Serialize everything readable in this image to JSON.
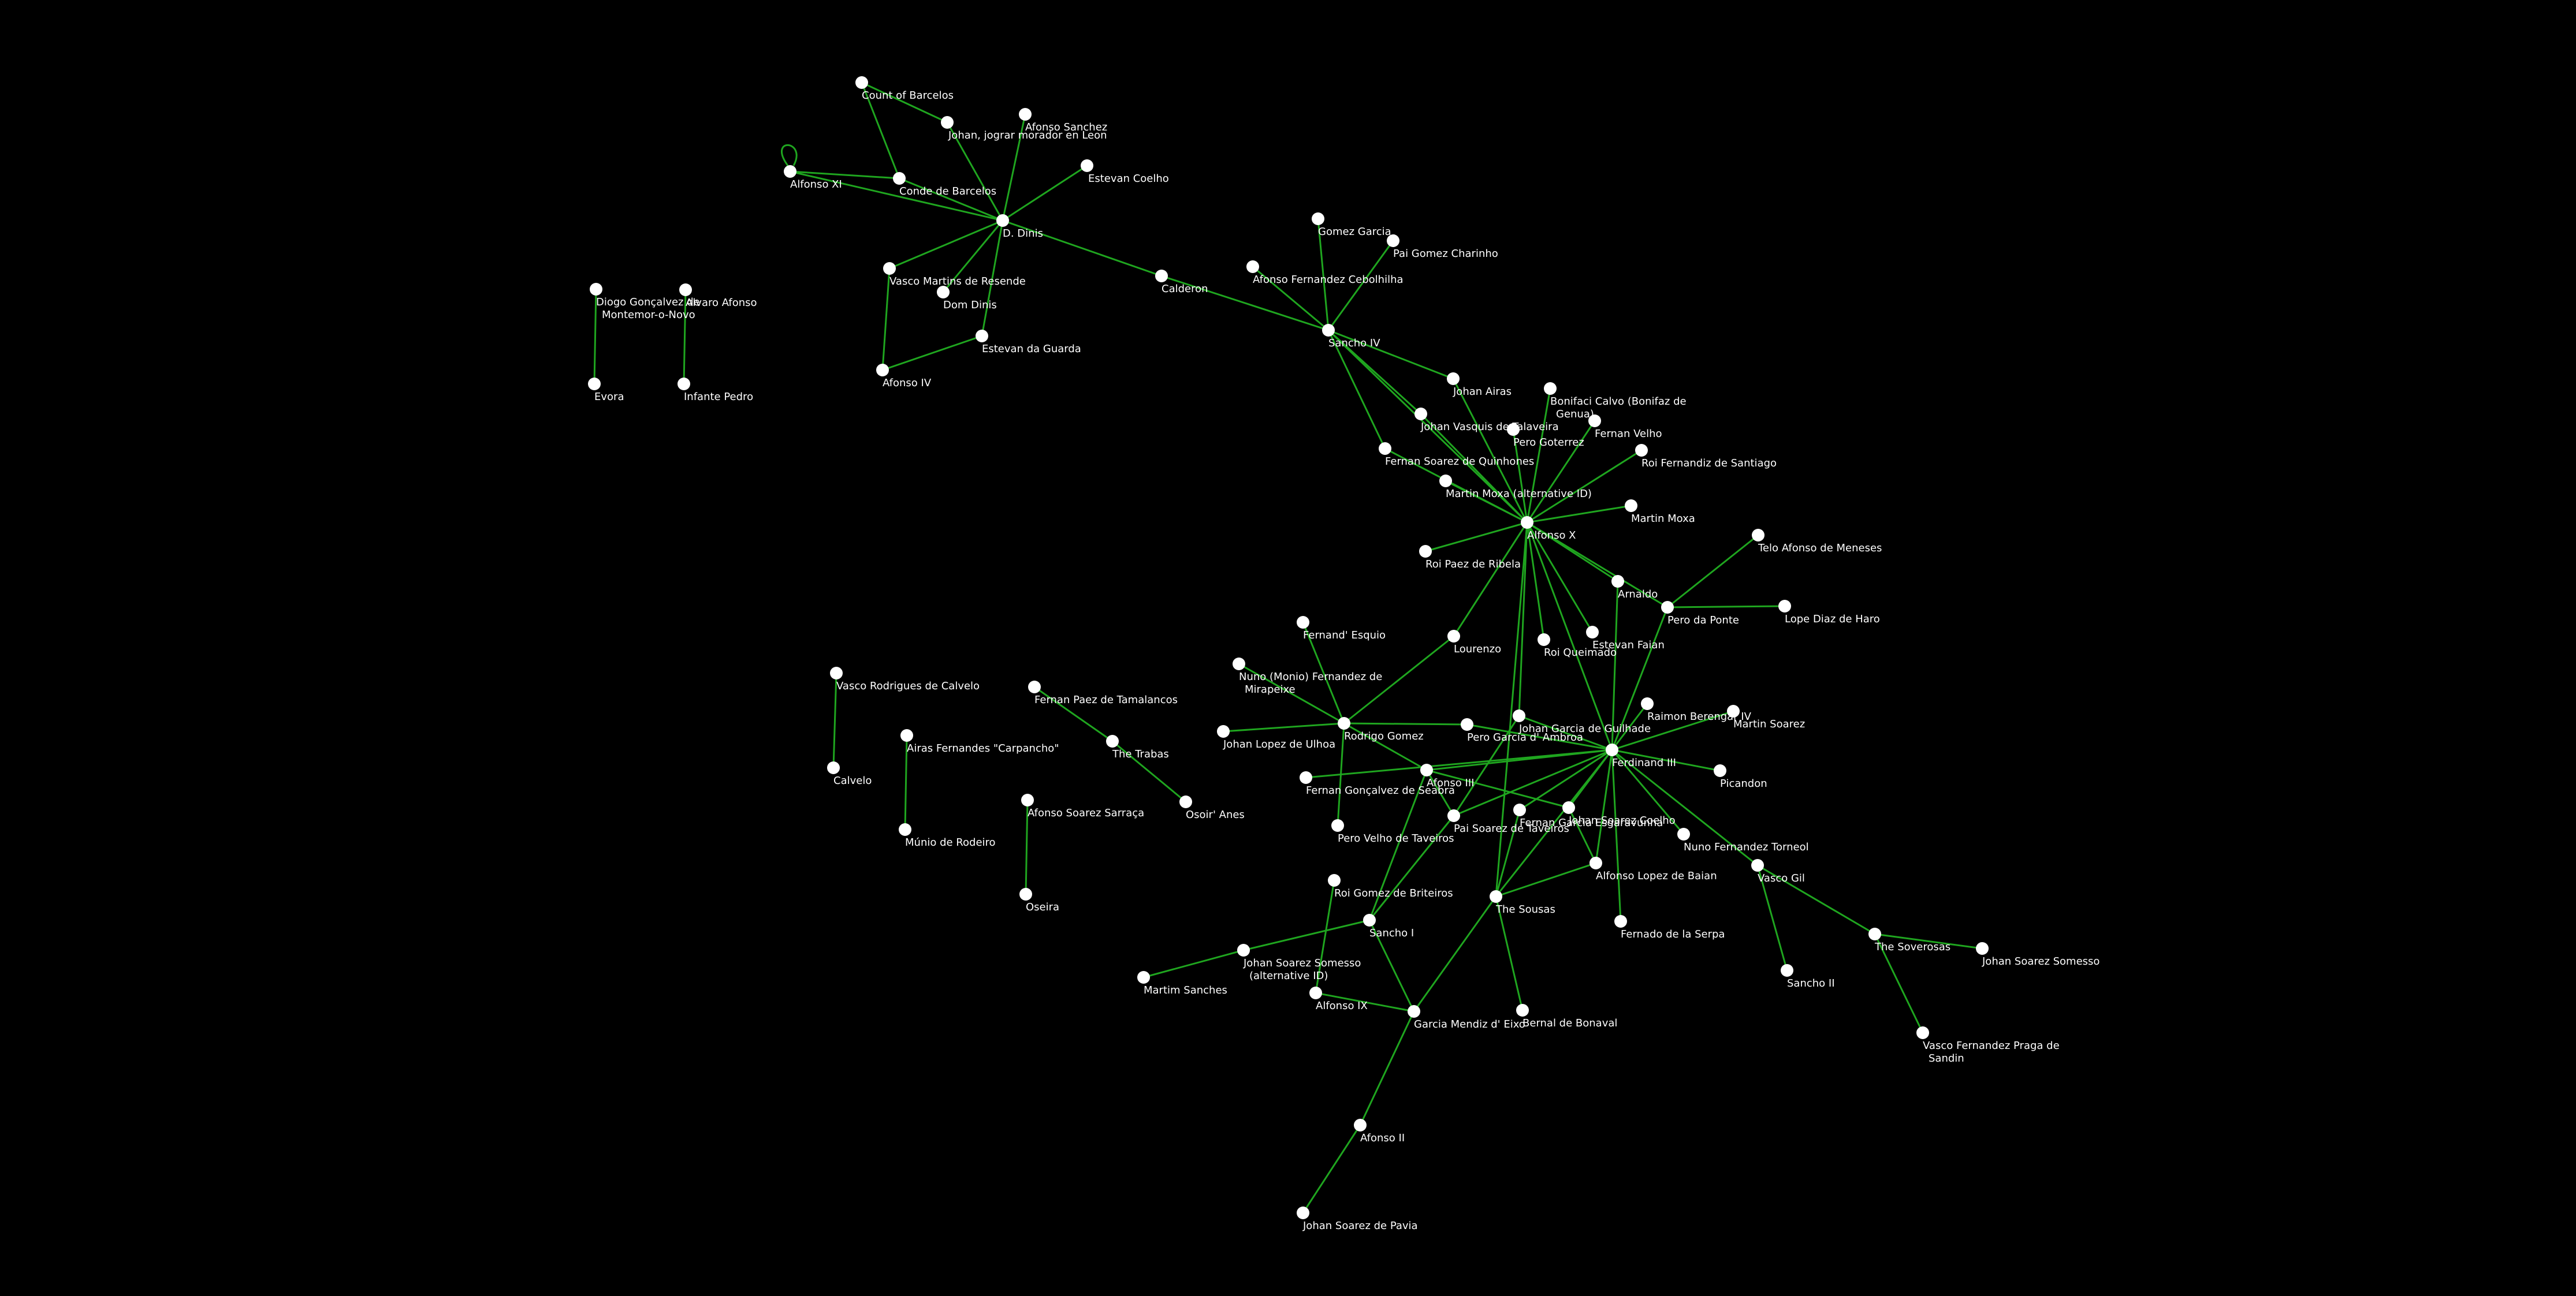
{
  "graph": {
    "colors": {
      "background": "#000000",
      "edge": "#1fa51f",
      "node": "#ffffff",
      "label": "#ffffff"
    },
    "nodes": [
      {
        "id": "count_barcelos",
        "label": "Count of Barcelos"
      },
      {
        "id": "johan_jograr",
        "label": "Johan, jograr morador en Leon"
      },
      {
        "id": "afonso_sanchez",
        "label": "Afonso Sanchez"
      },
      {
        "id": "alfonso_xi",
        "label": "Alfonso XI"
      },
      {
        "id": "conde_barcelos",
        "label": "Conde de Barcelos"
      },
      {
        "id": "estevan_coelho",
        "label": "Estevan Coelho"
      },
      {
        "id": "d_dinis",
        "label": "D. Dinis"
      },
      {
        "id": "vasco_martins",
        "label": "Vasco Martins de Resende"
      },
      {
        "id": "dom_dinis",
        "label": "Dom Dinis"
      },
      {
        "id": "estevan_guarda",
        "label": "Estevan da Guarda"
      },
      {
        "id": "afonso_iv",
        "label": "Afonso IV"
      },
      {
        "id": "diogo",
        "label": "Diogo Gonçalvez de Montemor-o-Novo"
      },
      {
        "id": "alvaro",
        "label": "Alvaro Afonso"
      },
      {
        "id": "evora",
        "label": "Evora"
      },
      {
        "id": "infante_pedro",
        "label": "Infante Pedro"
      },
      {
        "id": "calderon",
        "label": "Calderon"
      },
      {
        "id": "gomez_garcia",
        "label": "Gomez Garcia"
      },
      {
        "id": "pai_gomez",
        "label": "Pai Gomez Charinho"
      },
      {
        "id": "afonso_cebolhilha",
        "label": "Afonso Fernandez Cebolhilha"
      },
      {
        "id": "sancho_iv",
        "label": "Sancho IV"
      },
      {
        "id": "johan_airas",
        "label": "Johan Airas"
      },
      {
        "id": "bonifaci",
        "label": "Bonifaci Calvo (Bonifaz de Genua)"
      },
      {
        "id": "johan_vasquis",
        "label": "Johan Vasquis de Talaveira"
      },
      {
        "id": "pero_goterrez",
        "label": "Pero Goterrez"
      },
      {
        "id": "fernan_velho",
        "label": "Fernan Velho"
      },
      {
        "id": "roi_fernandiz",
        "label": "Roi Fernandiz de Santiago"
      },
      {
        "id": "fernan_quinhones",
        "label": "Fernan Soarez de Quinhones"
      },
      {
        "id": "martin_moxa_alt",
        "label": "Martin Moxa (alternative ID)"
      },
      {
        "id": "martin_moxa",
        "label": "Martin Moxa"
      },
      {
        "id": "alfonso_x",
        "label": "Alfonso X"
      },
      {
        "id": "roi_paez",
        "label": "Roi Paez de Ribela"
      },
      {
        "id": "telo_afonso",
        "label": "Telo Afonso de Meneses"
      },
      {
        "id": "arnaldo",
        "label": "Arnaldo"
      },
      {
        "id": "pero_ponte",
        "label": "Pero da Ponte"
      },
      {
        "id": "lope_diaz",
        "label": "Lope Diaz de Haro"
      },
      {
        "id": "fernand_esquio",
        "label": "Fernand' Esquio"
      },
      {
        "id": "lourenzo",
        "label": "Lourenzo"
      },
      {
        "id": "roi_queimado",
        "label": "Roi Queimado"
      },
      {
        "id": "estevan_faian",
        "label": "Estevan Faian"
      },
      {
        "id": "nuno_mirapeixe",
        "label": "Nuno (Monio) Fernandez de Mirapeixe"
      },
      {
        "id": "raimon",
        "label": "Raimon Berengar IV"
      },
      {
        "id": "martin_soarez",
        "label": "Martin Soarez"
      },
      {
        "id": "vasco_calvelo",
        "label": "Vasco Rodrigues de Calvelo"
      },
      {
        "id": "fernan_tamalancos",
        "label": "Fernan Paez de Tamalancos"
      },
      {
        "id": "johan_ulhoa",
        "label": "Johan Lopez de Ulhoa"
      },
      {
        "id": "rodrigo_gomez",
        "label": "Rodrigo Gomez"
      },
      {
        "id": "pero_garcia",
        "label": "Pero Garcia d' Ambroa"
      },
      {
        "id": "johan_guilhade",
        "label": "Johan Garcia de Guilhade"
      },
      {
        "id": "ferdinand_iii",
        "label": "Ferdinand III"
      },
      {
        "id": "picandon",
        "label": "Picandon"
      },
      {
        "id": "airas_carpancho",
        "label": "Airas Fernandes \"Carpancho\""
      },
      {
        "id": "the_trabas",
        "label": "The Trabas"
      },
      {
        "id": "calvelo",
        "label": "Calvelo"
      },
      {
        "id": "afonso_iii",
        "label": "Afonso III"
      },
      {
        "id": "fernan_seabra",
        "label": "Fernan Gonçalvez de Seabra"
      },
      {
        "id": "osoir_anes",
        "label": "Osoir' Anes"
      },
      {
        "id": "afonso_sarraca",
        "label": "Afonso Soarez Sarraça"
      },
      {
        "id": "pai_taveiros",
        "label": "Pai Soarez de Taveiros"
      },
      {
        "id": "fernan_garcia",
        "label": "Fernan Garcia Esgaravunha"
      },
      {
        "id": "johan_coelho",
        "label": "Johan Soarez Coelho"
      },
      {
        "id": "nuno_torneol",
        "label": "Nuno Fernandez Torneol"
      },
      {
        "id": "munio_rodeiro",
        "label": "Múnio de Rodeiro"
      },
      {
        "id": "pero_velho",
        "label": "Pero Velho de Taveiros"
      },
      {
        "id": "alfonso_baian",
        "label": "Alfonso Lopez de Baian"
      },
      {
        "id": "vasco_gil",
        "label": "Vasco Gil"
      },
      {
        "id": "oseira",
        "label": "Oseira"
      },
      {
        "id": "roi_briteiros",
        "label": "Roi Gomez de Briteiros"
      },
      {
        "id": "the_sousas",
        "label": "The Sousas"
      },
      {
        "id": "sancho_i",
        "label": "Sancho I"
      },
      {
        "id": "fernando_serpa",
        "label": "Fernado de la Serpa"
      },
      {
        "id": "the_soverosas",
        "label": "The Soverosas"
      },
      {
        "id": "johan_somesso_alt",
        "label": "Johan Soarez Somesso (alternative ID)"
      },
      {
        "id": "johan_somesso",
        "label": "Johan Soarez Somesso"
      },
      {
        "id": "martim_sanches",
        "label": "Martim Sanches"
      },
      {
        "id": "sancho_ii",
        "label": "Sancho II"
      },
      {
        "id": "alfonso_ix",
        "label": "Alfonso IX"
      },
      {
        "id": "garcia_eixo",
        "label": "Garcia Mendiz d' Eixo"
      },
      {
        "id": "bernal",
        "label": "Bernal de Bonaval"
      },
      {
        "id": "vasco_praga",
        "label": "Vasco Fernandez Praga de Sandin"
      },
      {
        "id": "afonso_ii",
        "label": "Afonso II"
      },
      {
        "id": "johan_pavia",
        "label": "Johan Soarez de Pavia"
      }
    ],
    "edges": [
      [
        "count_barcelos",
        "johan_jograr"
      ],
      [
        "count_barcelos",
        "conde_barcelos"
      ],
      [
        "johan_jograr",
        "d_dinis"
      ],
      [
        "afonso_sanchez",
        "d_dinis"
      ],
      [
        "alfonso_xi",
        "alfonso_xi"
      ],
      [
        "alfonso_xi",
        "conde_barcelos"
      ],
      [
        "alfonso_xi",
        "d_dinis"
      ],
      [
        "conde_barcelos",
        "d_dinis"
      ],
      [
        "estevan_coelho",
        "d_dinis"
      ],
      [
        "vasco_martins",
        "d_dinis"
      ],
      [
        "dom_dinis",
        "d_dinis"
      ],
      [
        "estevan_guarda",
        "d_dinis"
      ],
      [
        "afonso_iv",
        "vasco_martins"
      ],
      [
        "afonso_iv",
        "estevan_guarda"
      ],
      [
        "d_dinis",
        "calderon"
      ],
      [
        "calderon",
        "sancho_iv"
      ],
      [
        "diogo",
        "evora"
      ],
      [
        "alvaro",
        "infante_pedro"
      ],
      [
        "gomez_garcia",
        "sancho_iv"
      ],
      [
        "pai_gomez",
        "sancho_iv"
      ],
      [
        "afonso_cebolhilha",
        "sancho_iv"
      ],
      [
        "sancho_iv",
        "johan_airas"
      ],
      [
        "sancho_iv",
        "johan_vasquis"
      ],
      [
        "sancho_iv",
        "fernan_quinhones"
      ],
      [
        "sancho_iv",
        "alfonso_x"
      ],
      [
        "johan_airas",
        "alfonso_x"
      ],
      [
        "bonifaci",
        "alfonso_x"
      ],
      [
        "johan_vasquis",
        "alfonso_x"
      ],
      [
        "pero_goterrez",
        "alfonso_x"
      ],
      [
        "fernan_velho",
        "alfonso_x"
      ],
      [
        "roi_fernandiz",
        "alfonso_x"
      ],
      [
        "fernan_quinhones",
        "alfonso_x"
      ],
      [
        "martin_moxa_alt",
        "alfonso_x"
      ],
      [
        "martin_moxa",
        "alfonso_x"
      ],
      [
        "roi_paez",
        "alfonso_x"
      ],
      [
        "arnaldo",
        "alfonso_x"
      ],
      [
        "pero_ponte",
        "alfonso_x"
      ],
      [
        "pero_ponte",
        "telo_afonso"
      ],
      [
        "pero_ponte",
        "lope_diaz"
      ],
      [
        "pero_ponte",
        "ferdinand_iii"
      ],
      [
        "lourenzo",
        "alfonso_x"
      ],
      [
        "roi_queimado",
        "alfonso_x"
      ],
      [
        "estevan_faian",
        "alfonso_x"
      ],
      [
        "johan_guilhade",
        "alfonso_x"
      ],
      [
        "ferdinand_iii",
        "alfonso_x"
      ],
      [
        "arnaldo",
        "ferdinand_iii"
      ],
      [
        "alfonso_x",
        "the_sousas"
      ],
      [
        "lourenzo",
        "rodrigo_gomez"
      ],
      [
        "fernand_esquio",
        "rodrigo_gomez"
      ],
      [
        "nuno_mirapeixe",
        "rodrigo_gomez"
      ],
      [
        "johan_ulhoa",
        "rodrigo_gomez"
      ],
      [
        "rodrigo_gomez",
        "pero_garcia"
      ],
      [
        "rodrigo_gomez",
        "afonso_iii"
      ],
      [
        "rodrigo_gomez",
        "pero_velho"
      ],
      [
        "pero_garcia",
        "ferdinand_iii"
      ],
      [
        "johan_guilhade",
        "ferdinand_iii"
      ],
      [
        "raimon",
        "ferdinand_iii"
      ],
      [
        "martin_soarez",
        "ferdinand_iii"
      ],
      [
        "picandon",
        "ferdinand_iii"
      ],
      [
        "fernan_seabra",
        "ferdinand_iii"
      ],
      [
        "afonso_iii",
        "ferdinand_iii"
      ],
      [
        "pai_taveiros",
        "ferdinand_iii"
      ],
      [
        "fernan_garcia",
        "ferdinand_iii"
      ],
      [
        "johan_coelho",
        "ferdinand_iii"
      ],
      [
        "nuno_torneol",
        "ferdinand_iii"
      ],
      [
        "alfonso_baian",
        "ferdinand_iii"
      ],
      [
        "vasco_gil",
        "ferdinand_iii"
      ],
      [
        "fernando_serpa",
        "ferdinand_iii"
      ],
      [
        "the_sousas",
        "ferdinand_iii"
      ],
      [
        "afonso_iii",
        "pai_taveiros"
      ],
      [
        "afonso_iii",
        "johan_coelho"
      ],
      [
        "afonso_iii",
        "sancho_i"
      ],
      [
        "pai_taveiros",
        "sancho_i"
      ],
      [
        "pai_taveiros",
        "johan_guilhade"
      ],
      [
        "fernan_garcia",
        "the_sousas"
      ],
      [
        "johan_coelho",
        "alfonso_baian"
      ],
      [
        "the_sousas",
        "alfonso_baian"
      ],
      [
        "the_sousas",
        "garcia_eixo"
      ],
      [
        "the_sousas",
        "bernal"
      ],
      [
        "vasco_calvelo",
        "calvelo"
      ],
      [
        "fernan_tamalancos",
        "the_trabas"
      ],
      [
        "the_trabas",
        "osoir_anes"
      ],
      [
        "airas_carpancho",
        "munio_rodeiro"
      ],
      [
        "afonso_sarraca",
        "oseira"
      ],
      [
        "roi_briteiros",
        "alfonso_ix"
      ],
      [
        "sancho_i",
        "johan_somesso_alt"
      ],
      [
        "sancho_i",
        "garcia_eixo"
      ],
      [
        "johan_somesso_alt",
        "martim_sanches"
      ],
      [
        "alfonso_ix",
        "garcia_eixo"
      ],
      [
        "garcia_eixo",
        "afonso_ii"
      ],
      [
        "afonso_ii",
        "johan_pavia"
      ],
      [
        "vasco_gil",
        "the_soverosas"
      ],
      [
        "vasco_gil",
        "sancho_ii"
      ],
      [
        "the_soverosas",
        "johan_somesso"
      ],
      [
        "the_soverosas",
        "vasco_praga"
      ]
    ]
  }
}
